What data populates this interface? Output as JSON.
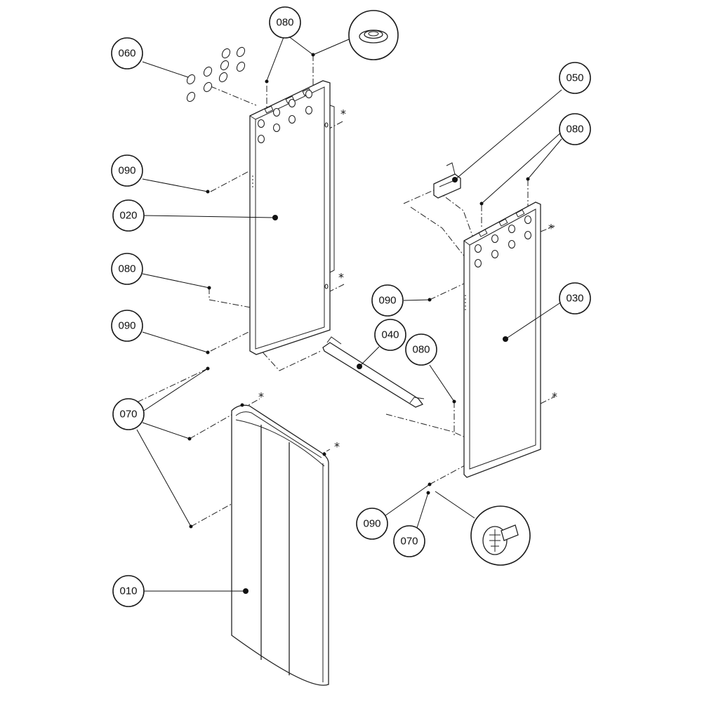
{
  "callouts": [
    {
      "id": "c-080-top",
      "label": "080"
    },
    {
      "id": "c-060",
      "label": "060"
    },
    {
      "id": "c-090-a",
      "label": "090"
    },
    {
      "id": "c-020",
      "label": "020"
    },
    {
      "id": "c-080-left",
      "label": "080"
    },
    {
      "id": "c-090-b",
      "label": "090"
    },
    {
      "id": "c-070-left",
      "label": "070"
    },
    {
      "id": "c-010",
      "label": "010"
    },
    {
      "id": "c-050",
      "label": "050"
    },
    {
      "id": "c-080-right",
      "label": "080"
    },
    {
      "id": "c-090-right",
      "label": "090"
    },
    {
      "id": "c-030",
      "label": "030"
    },
    {
      "id": "c-040",
      "label": "040"
    },
    {
      "id": "c-080-mid",
      "label": "080"
    },
    {
      "id": "c-090-bottom",
      "label": "090"
    },
    {
      "id": "c-070-bottom",
      "label": "070"
    }
  ],
  "star_mark": "*"
}
